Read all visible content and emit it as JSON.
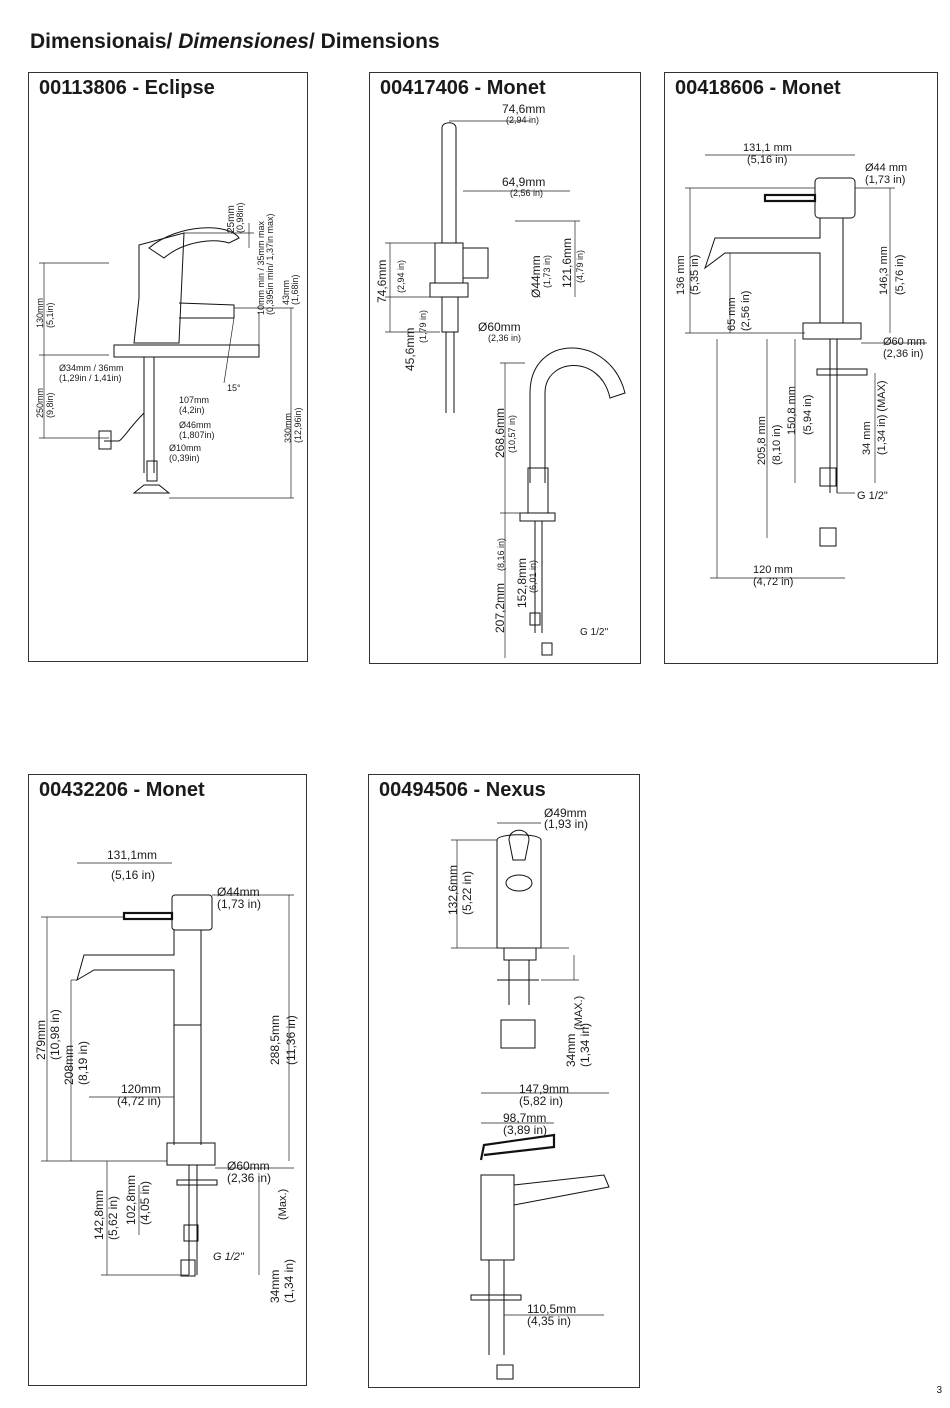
{
  "page": {
    "title_a": "Dimensionais/ ",
    "title_b": "Dimensiones",
    "title_c": "/ Dimensions",
    "page_number": "3"
  },
  "panels": [
    {
      "title": "00113806 - Eclipse",
      "labels": {
        "a": "25mm",
        "b": "(0,98in)",
        "c": "10mm min / 35mm max",
        "d": "(0,395in min/ 1,37in max)",
        "e": "43mm",
        "f": "(1,68in)",
        "g": "130mm",
        "h": "(5,1in)",
        "i": "Ø34mm / 36mm",
        "j": "(1,29in / 1,41in)",
        "k": "250mm",
        "l": "(9,8in)",
        "m": "15°",
        "n": "107mm",
        "o": "(4,2in)",
        "p": "Ø46mm",
        "q": "(1,807in)",
        "r": "Ø10mm",
        "s": "(0,39in)",
        "t": "330mm",
        "u": "(12,96in)"
      }
    },
    {
      "title": "00417406 - Monet",
      "labels": {
        "a": "74,6mm",
        "b": "(2,94 in)",
        "c": "64,9mm",
        "d": "(2,56 in)",
        "e": "74,6mm",
        "f": "(2,94 in)",
        "g": "Ø44mm",
        "h": "(1,73 in)",
        "i": "121,6mm",
        "j": "(4,79 in)",
        "k": "45,6mm",
        "l": "(1,79 in)",
        "m": "Ø60mm",
        "n": "(2,36 in)",
        "o": "268,6mm",
        "p": "(10,57 in)",
        "q": "207,2mm",
        "r": "(8,16 in)",
        "s": "152,8mm",
        "t": "(6,01 in)",
        "u": "G 1/2''"
      }
    },
    {
      "title": "00418606 - Monet",
      "labels": {
        "a": "131,1 mm",
        "b": "(5,16 in)",
        "c": "Ø44 mm",
        "d": "(1,73 in)",
        "e": "136 mm",
        "f": "(5,35 in)",
        "g": "146,3 mm",
        "h": "(5,76 in)",
        "i": "65 mm",
        "j": "(2,56 in)",
        "k": "Ø60 mm",
        "l": "(2,36 in)",
        "m": "205,8 mm",
        "n": "(8,10 in)",
        "o": "150,8 mm",
        "p": "(5,94 in)",
        "q": "34 mm",
        "r": "(1,34 in) (MAX)",
        "s": "G 1/2\"",
        "t": "120 mm",
        "u": "(4,72 in)"
      }
    },
    {
      "title": "00432206 - Monet",
      "labels": {
        "a": "131,1mm",
        "b": "(5,16 in)",
        "c": "Ø44mm",
        "d": "(1,73 in)",
        "e": "279mm",
        "f": "(10,98 in)",
        "g": "208mm",
        "h": "(8,19 in)",
        "i": "288,5mm",
        "j": "(11,36 in)",
        "k": "120mm",
        "l": "(4,72 in)",
        "m": "Ø60mm",
        "n": "(2,36 in)",
        "o": "142,8mm",
        "p": "(5,62 in)",
        "q": "102,8mm",
        "r": "(4,05 in)",
        "s": "(Max.)",
        "t": "G 1/2\"",
        "u": "34mm",
        "v": "(1,34 in)"
      }
    },
    {
      "title": "00494506 - Nexus",
      "labels": {
        "a": "Ø49mm",
        "b": "(1,93 in)",
        "c": "132,6mm",
        "d": "(5,22 in)",
        "e": "34mm",
        "f": "(1,34 in)",
        "g": "(MAX.)",
        "h": "147,9mm",
        "i": "(5,82 in)",
        "j": "98,7mm",
        "k": "(3,89 in)",
        "l": "110,5mm",
        "m": "(4,35 in)"
      }
    }
  ]
}
